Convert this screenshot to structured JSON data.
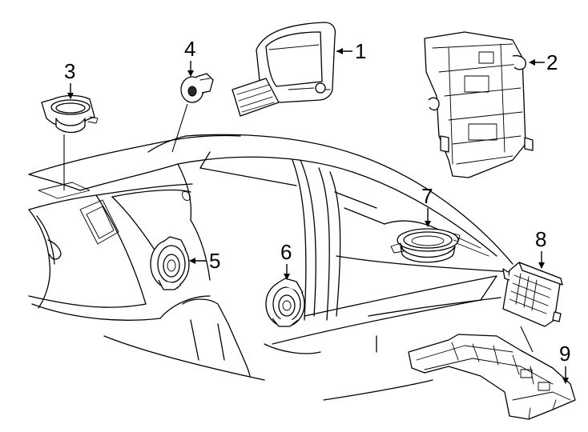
{
  "callouts": [
    {
      "id": 1,
      "label": "1",
      "part": "radio-display-unit"
    },
    {
      "id": 2,
      "label": "2",
      "part": "radio-mounting-bracket"
    },
    {
      "id": 3,
      "label": "3",
      "part": "dash-speaker"
    },
    {
      "id": 4,
      "label": "4",
      "part": "tweeter-speaker"
    },
    {
      "id": 5,
      "label": "5",
      "part": "front-door-speaker"
    },
    {
      "id": 6,
      "label": "6",
      "part": "rear-door-speaker"
    },
    {
      "id": 7,
      "label": "7",
      "part": "rear-shelf-speaker"
    },
    {
      "id": 8,
      "label": "8",
      "part": "amplifier-module"
    },
    {
      "id": 9,
      "label": "9",
      "part": "module-bracket"
    }
  ],
  "colors": {
    "line": "#000000",
    "background": "#ffffff"
  }
}
